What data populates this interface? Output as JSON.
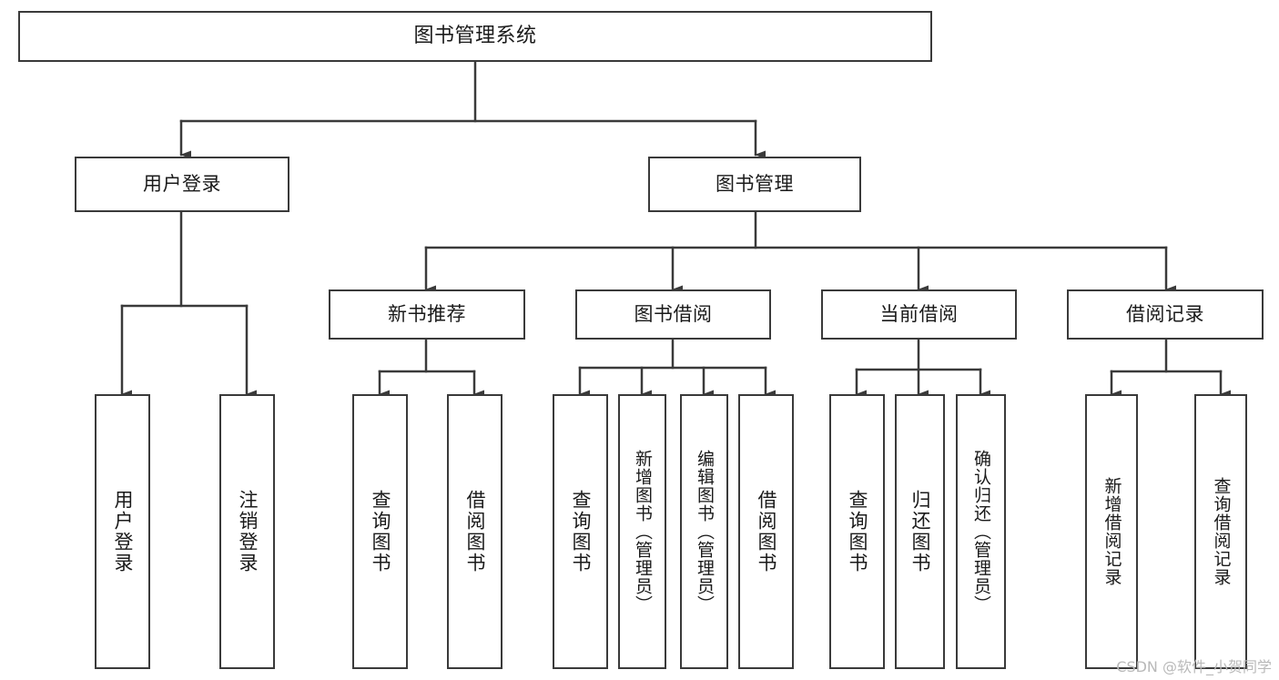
{
  "diagram": {
    "title": "图书管理系统",
    "type": "tree-hierarchy",
    "stroke_color": "#3a3a3a",
    "text_color": "#1a1a1a",
    "background": "#ffffff"
  },
  "nodes": {
    "root": {
      "label": "图书管理系统"
    },
    "level2": [
      {
        "id": "user-login",
        "label": "用户登录"
      },
      {
        "id": "book-management",
        "label": "图书管理"
      }
    ],
    "level3": [
      {
        "id": "new-book-recommend",
        "label": "新书推荐"
      },
      {
        "id": "book-borrow",
        "label": "图书借阅"
      },
      {
        "id": "current-borrow",
        "label": "当前借阅"
      },
      {
        "id": "borrow-record",
        "label": "借阅记录"
      }
    ],
    "leaves": {
      "user_login": [
        {
          "id": "leaf-user-login",
          "label": "用户登录"
        },
        {
          "id": "leaf-logout-login",
          "label": "注销登录"
        }
      ],
      "new_book_recommend": [
        {
          "id": "leaf-query-book-1",
          "label": "查询图书"
        },
        {
          "id": "leaf-borrow-book-1",
          "label": "借阅图书"
        }
      ],
      "book_borrow": [
        {
          "id": "leaf-query-book-2",
          "label": "查询图书"
        },
        {
          "id": "leaf-add-book",
          "label": "新增图书（管理员）"
        },
        {
          "id": "leaf-edit-book",
          "label": "编辑图书（管理员）"
        },
        {
          "id": "leaf-borrow-book-2",
          "label": "借阅图书"
        }
      ],
      "current_borrow": [
        {
          "id": "leaf-query-book-3",
          "label": "查询图书"
        },
        {
          "id": "leaf-return-book",
          "label": "归还图书"
        },
        {
          "id": "leaf-confirm-return",
          "label": "确认归还（管理员）"
        }
      ],
      "borrow_record": [
        {
          "id": "leaf-add-record",
          "label": "新增借阅记录"
        },
        {
          "id": "leaf-query-record",
          "label": "查询借阅记录"
        }
      ]
    }
  },
  "watermark": {
    "text": "CSDN @软件_小贺同学"
  }
}
